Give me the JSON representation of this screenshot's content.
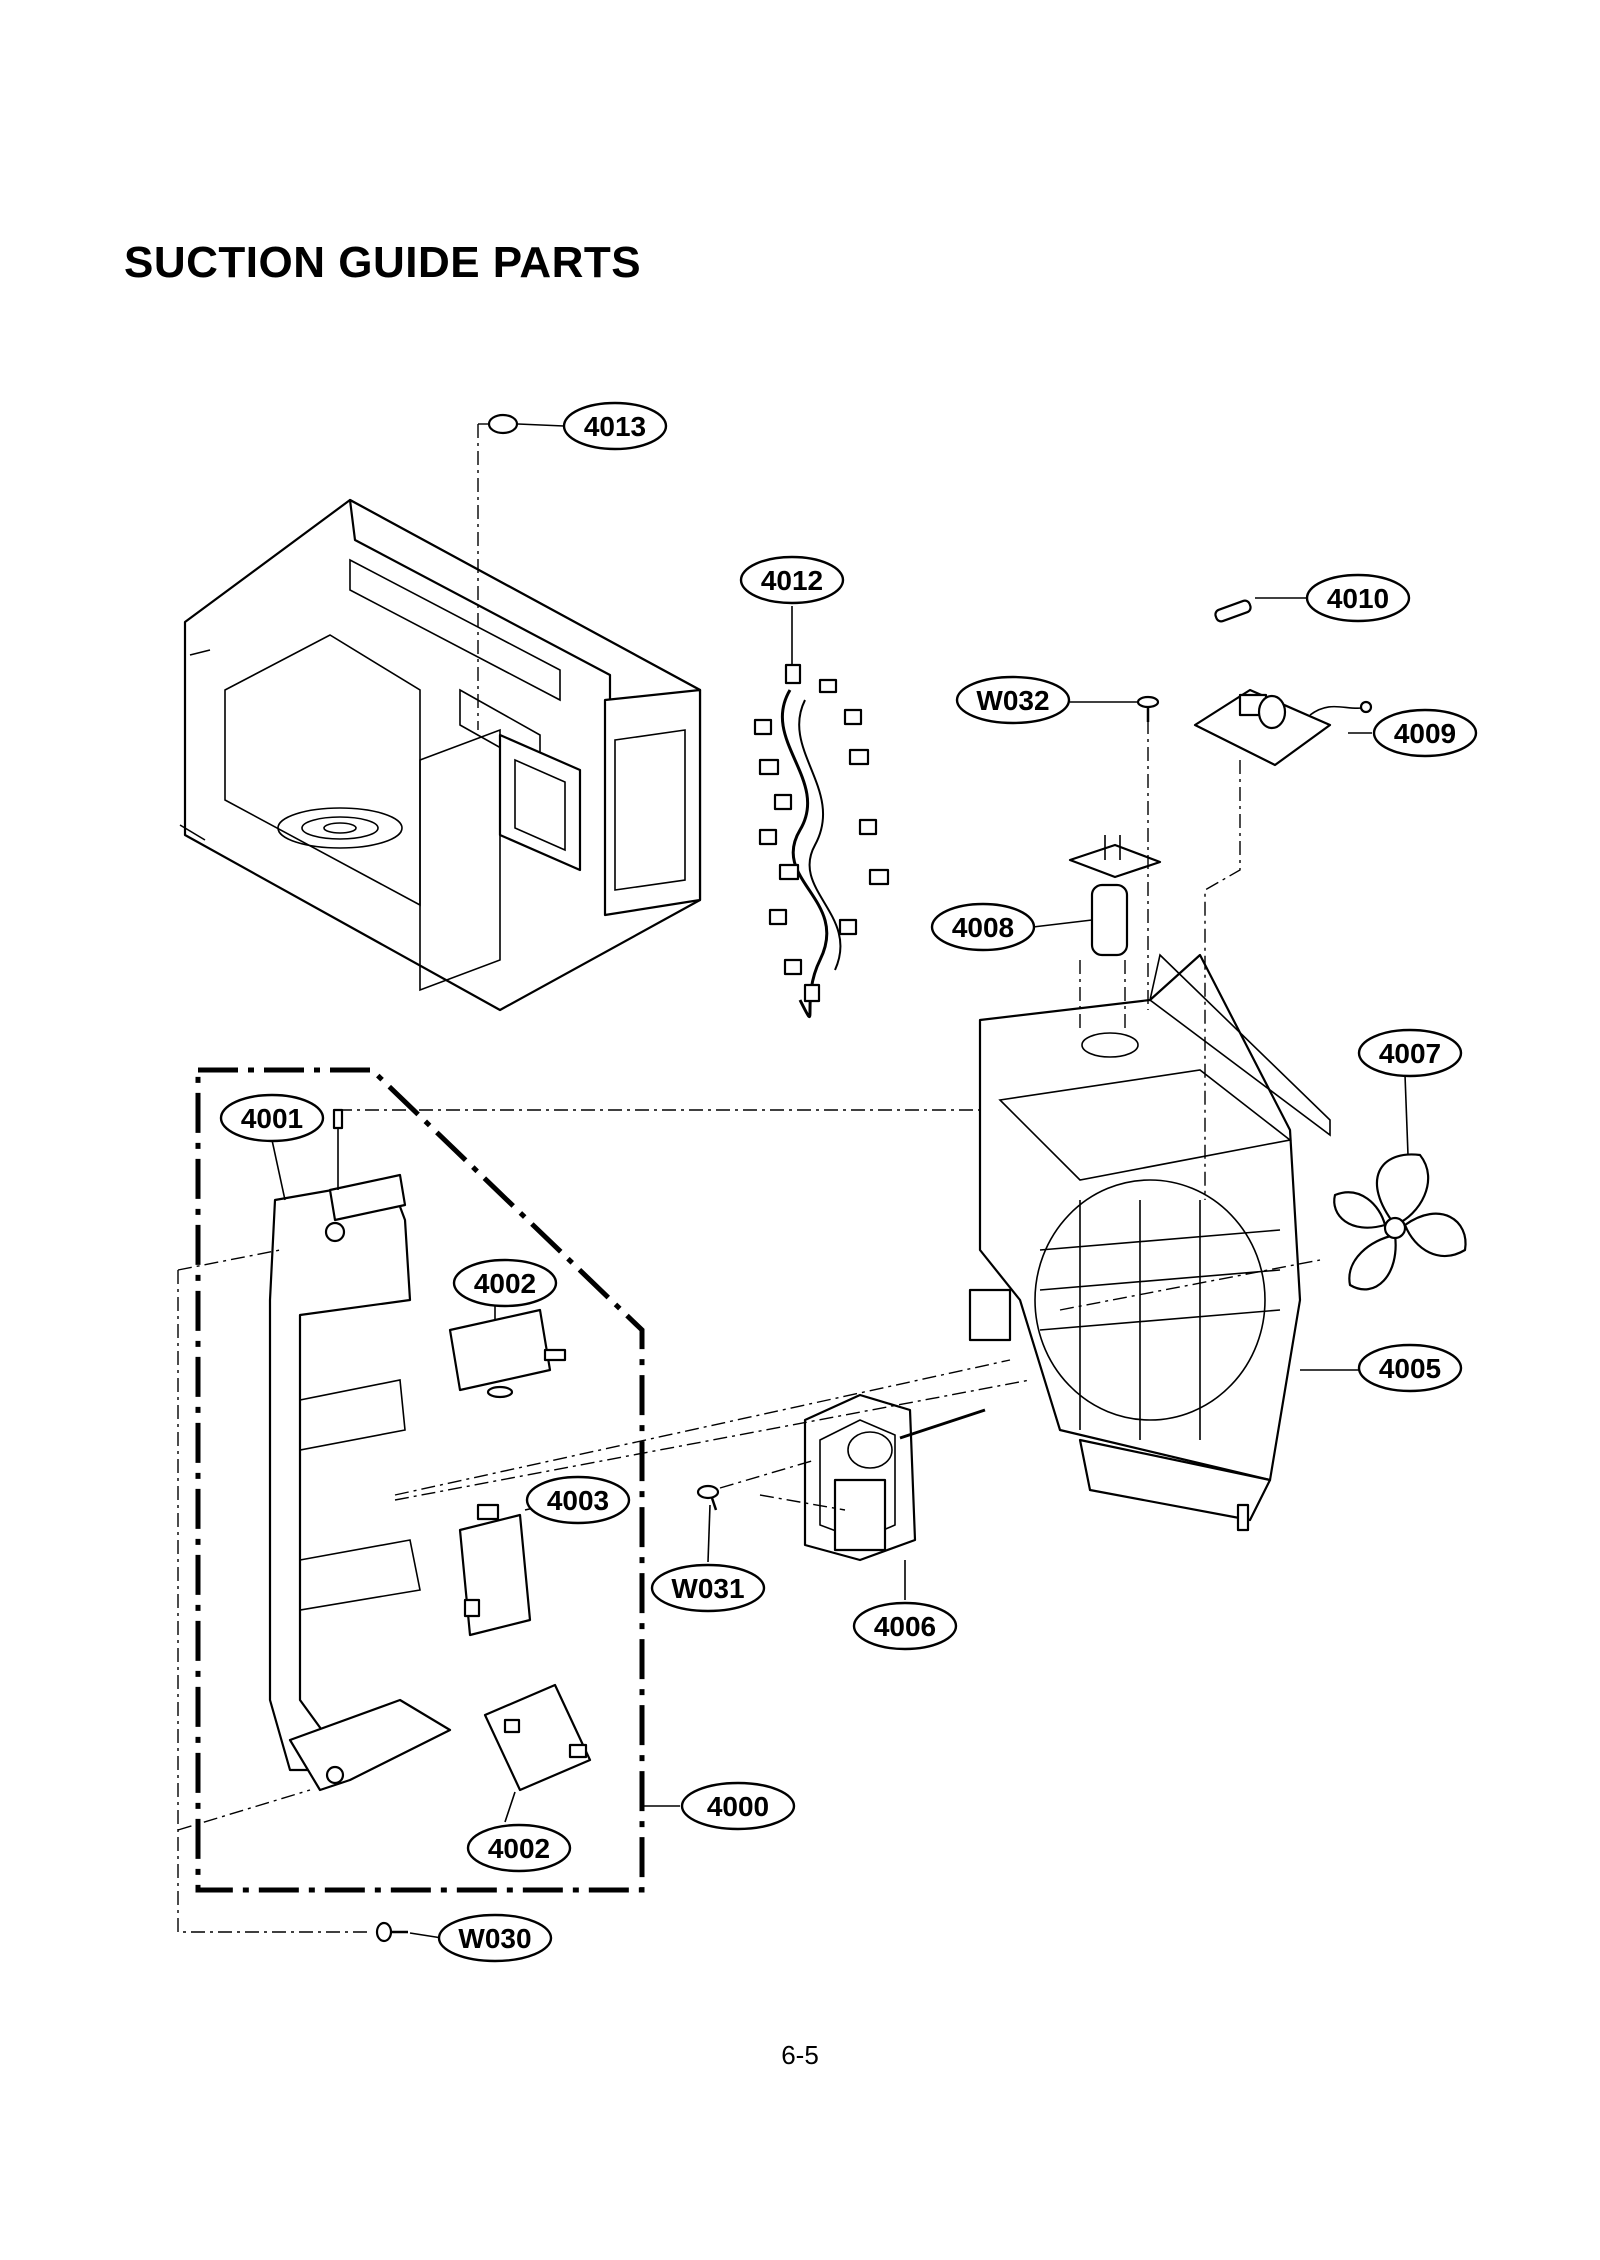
{
  "title": "SUCTION GUIDE PARTS",
  "page_number": "6-5",
  "callouts": {
    "p4013": "4013",
    "p4012": "4012",
    "p4010": "4010",
    "w032": "W032",
    "p4009": "4009",
    "p4008": "4008",
    "p4007": "4007",
    "p4001": "4001",
    "p4002a": "4002",
    "p4003": "4003",
    "p4005": "4005",
    "w031": "W031",
    "p4006": "4006",
    "p4000": "4000",
    "p4002b": "4002",
    "w030": "W030"
  }
}
